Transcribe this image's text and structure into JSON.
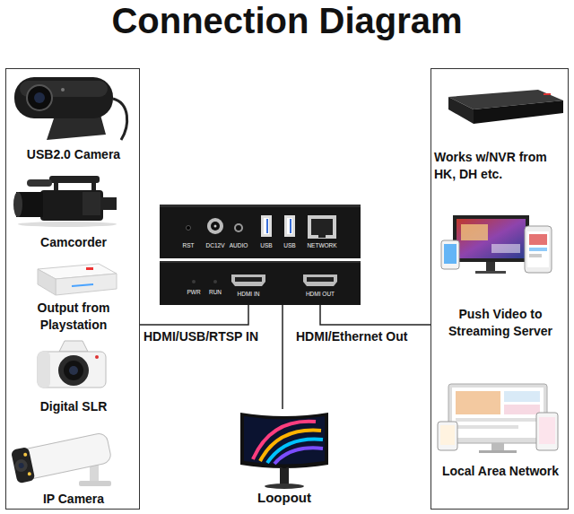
{
  "diagram": {
    "title": "Connection Diagram",
    "nodes": [
      {
        "text": [
          "USB2.0 Camera",
          "Camcorder",
          "Output from Playstation",
          "Digital SLR",
          "IP Camera"
        ]
      },
      {
        "text": [
          "RST",
          "DC12V",
          "AUDIO",
          "USB",
          "USB",
          "NETWORK",
          "PWR",
          "RUN",
          "HDMI IN",
          "HDMI OUT"
        ]
      },
      {
        "text": [
          "Works w/NVR from HK, DH etc.",
          "Push Video to Streaming Server",
          "Local Area Network"
        ]
      },
      {
        "text": [
          "Loopout"
        ]
      }
    ],
    "edges": [
      {
        "from": 0,
        "to": 1,
        "label": "HDMI/USB/RTSP IN",
        "arrow": "none"
      },
      {
        "from": 1,
        "to": 2,
        "label": "HDMI/Ethernet Out",
        "arrow": "none"
      },
      {
        "from": 1,
        "to": 3,
        "arrow": "none"
      }
    ]
  }
}
